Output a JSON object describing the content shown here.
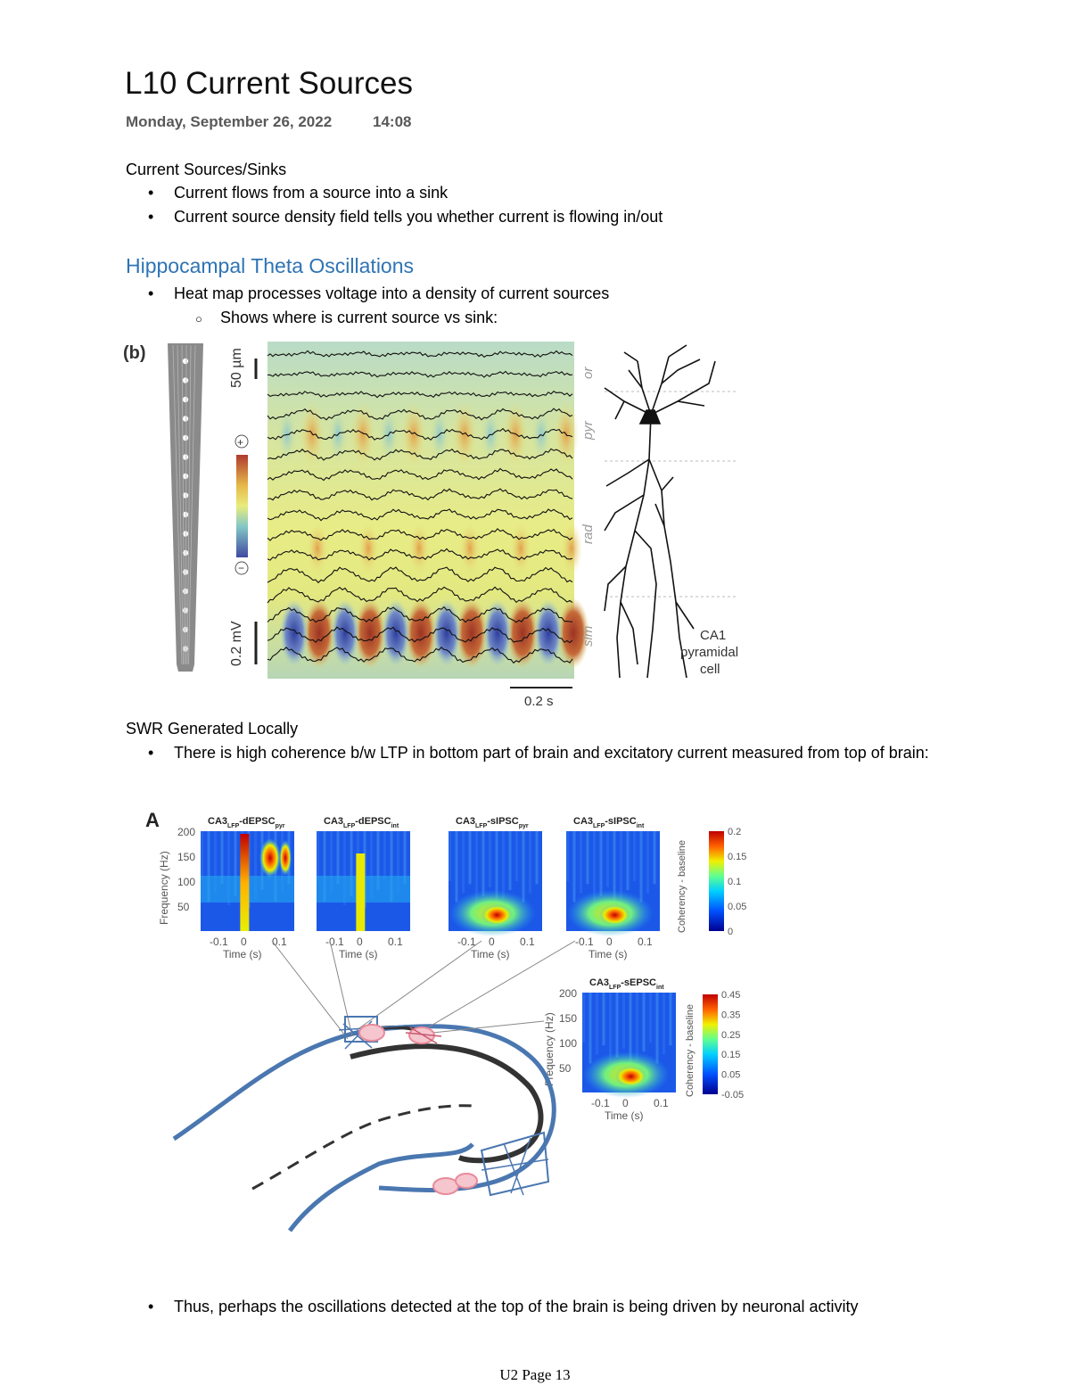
{
  "page": {
    "title": "L10 Current Sources",
    "date": "Monday, September 26, 2022",
    "time": "14:08",
    "footer": "U2 Page 13"
  },
  "section1": {
    "heading": "Current Sources/Sinks",
    "bullets": [
      "Current flows from a source into a sink",
      "Current source density field tells you whether current is flowing in/out"
    ]
  },
  "section2": {
    "heading": "Hippocampal Theta Oscillations",
    "bullets": [
      "Heat map processes voltage into a density of current sources"
    ],
    "sub_bullets": [
      "Shows where is current source vs sink:"
    ]
  },
  "figure_b": {
    "panel_label": "(b)",
    "scale_top": "50 µm",
    "scale_bottom": "0.2 mV",
    "plus": "+",
    "minus": "−",
    "layers": [
      "or",
      "pyr",
      "rad",
      "slm"
    ],
    "cell_label": [
      "CA1",
      "pyramidal",
      "cell"
    ],
    "time_scale": "0.2 s"
  },
  "section3": {
    "heading": "SWR Generated Locally",
    "bullets": [
      "There is high coherence b/w LTP in bottom part of brain and excitatory current measured from top of brain:"
    ]
  },
  "figure_a": {
    "panel_label": "A",
    "panels": [
      {
        "title": "CA3",
        "sub1": "LFP",
        "mid": "-dEPSC",
        "sub2": "pyr"
      },
      {
        "title": "CA3",
        "sub1": "LFP",
        "mid": "-dEPSC",
        "sub2": "int"
      },
      {
        "title": "CA3",
        "sub1": "LFP",
        "mid": "-sIPSC",
        "sub2": "pyr"
      },
      {
        "title": "CA3",
        "sub1": "LFP",
        "mid": "-sIPSC",
        "sub2": "int"
      },
      {
        "title": "CA3",
        "sub1": "LFP",
        "mid": "-sEPSC",
        "sub2": "int"
      }
    ],
    "y_label": "Frequency (Hz)",
    "y_ticks": [
      "200",
      "150",
      "100",
      "50"
    ],
    "x_ticks": [
      "-0.1",
      "0",
      "0.1"
    ],
    "x_label": "Time (s)",
    "colorbar1_label": "Coherency - baseline",
    "colorbar1_ticks": [
      "0.2",
      "0.15",
      "0.1",
      "0.05",
      "0"
    ],
    "colorbar2_label": "Coherency - baseline",
    "colorbar2_ticks": [
      "0.45",
      "0.35",
      "0.25",
      "0.15",
      "0.05",
      "-0.05"
    ]
  },
  "section4": {
    "bullets": [
      "Thus, perhaps the oscillations detected at the top of the brain is being driven by neuronal activity"
    ]
  }
}
